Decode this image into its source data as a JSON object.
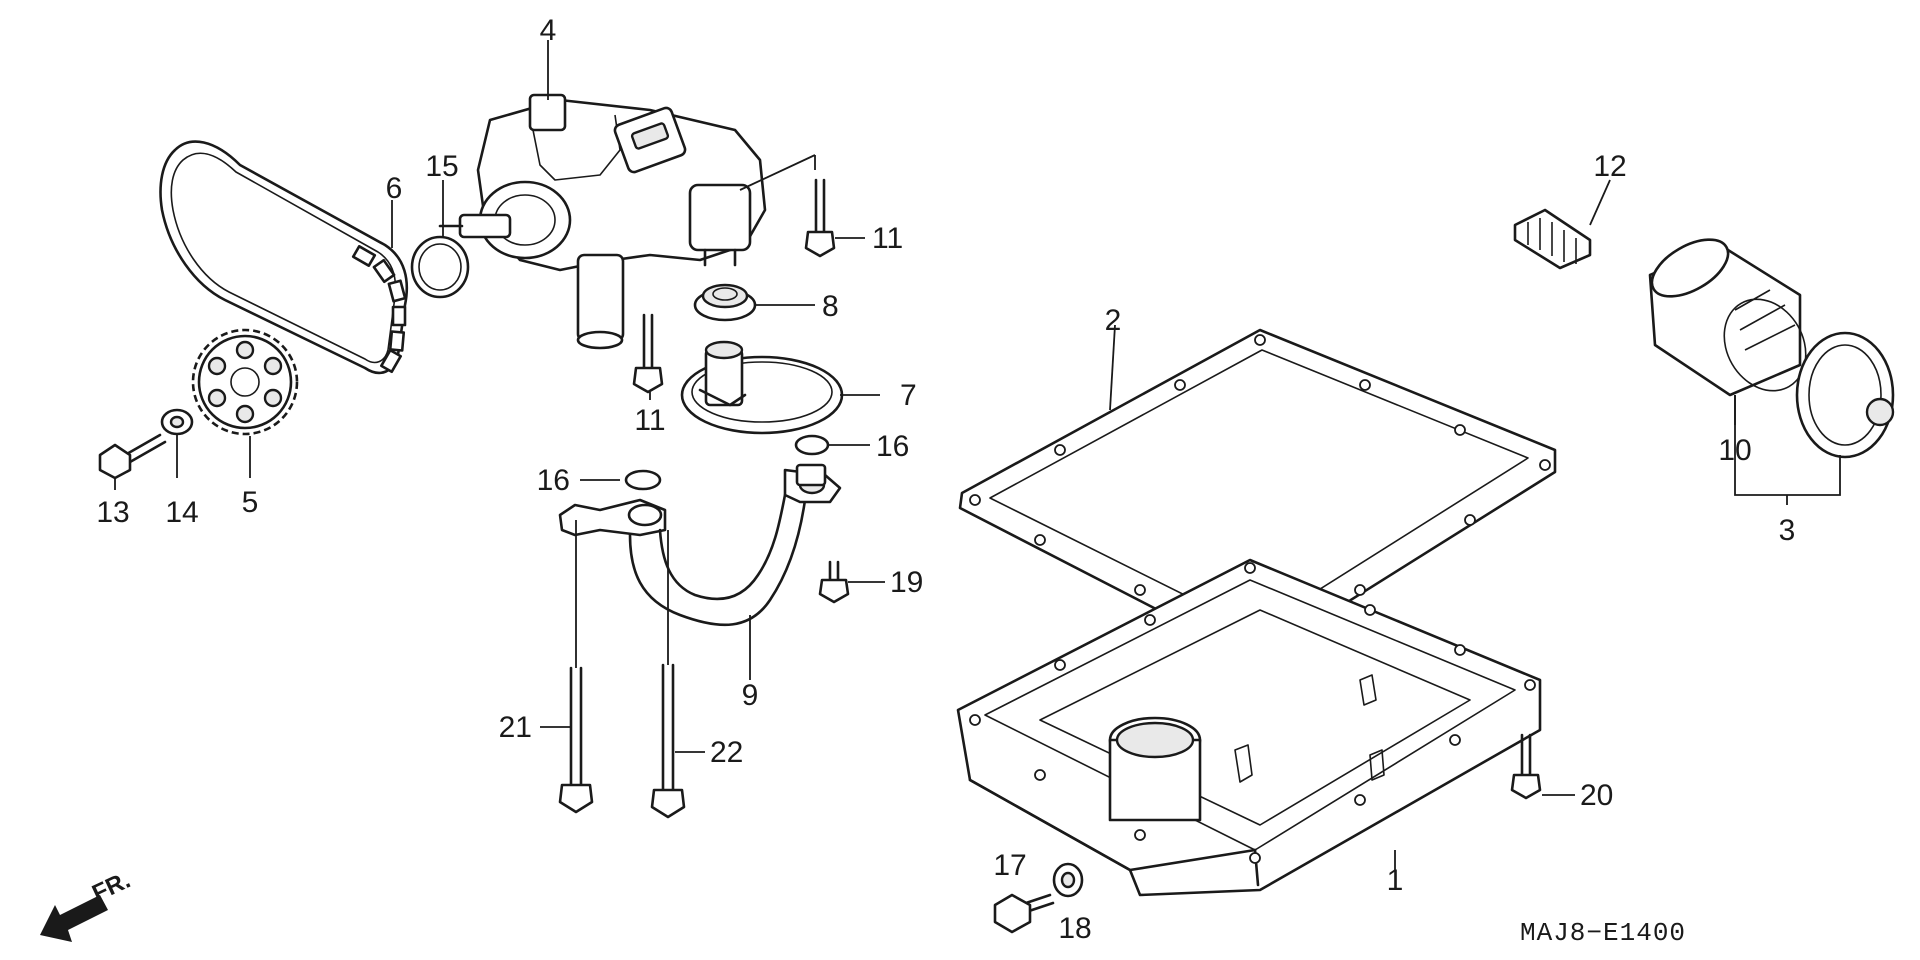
{
  "diagram": {
    "part_numbers": {
      "p1": "1",
      "p2": "2",
      "p3": "3",
      "p4": "4",
      "p5": "5",
      "p6": "6",
      "p7": "7",
      "p8": "8",
      "p9": "9",
      "p10": "10",
      "p11a": "11",
      "p11b": "11",
      "p12": "12",
      "p13": "13",
      "p14": "14",
      "p15": "15",
      "p16a": "16",
      "p16b": "16",
      "p17": "17",
      "p18": "18",
      "p19": "19",
      "p20": "20",
      "p21": "21",
      "p22": "22"
    },
    "direction_label": "FR.",
    "diagram_code": "MAJ8−E1400"
  }
}
